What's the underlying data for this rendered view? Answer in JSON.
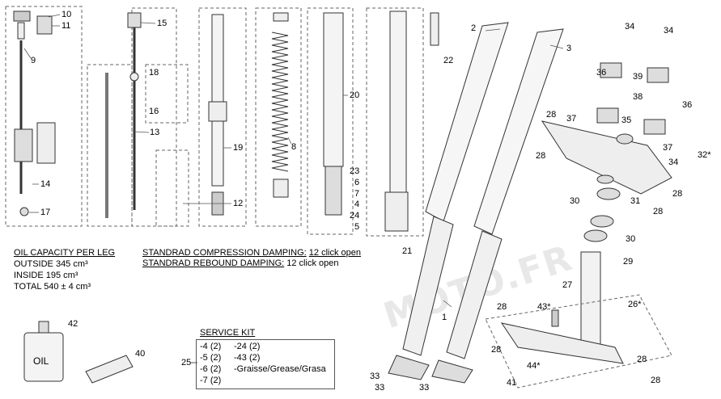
{
  "callouts": [
    "10",
    "11",
    "9",
    "15",
    "18",
    "16",
    "13",
    "14",
    "17",
    "19",
    "12",
    "8",
    "20",
    "23",
    "6",
    "7",
    "4",
    "24",
    "5",
    "21",
    "22",
    "2",
    "3",
    "34",
    "34",
    "36",
    "39",
    "38",
    "36",
    "28",
    "37",
    "35",
    "28",
    "37",
    "34",
    "32*",
    "28",
    "30",
    "31",
    "28",
    "30",
    "29",
    "27",
    "28",
    "43*",
    "26*",
    "28",
    "44*",
    "28",
    "28",
    "41",
    "1",
    "33",
    "33",
    "33",
    "42",
    "40",
    "25"
  ],
  "info": {
    "oil_title": "OIL CAPACITY PER LEG",
    "outside": "OUTSIDE 345 cm³",
    "inside": "INSIDE 195 cm³",
    "total": "TOTAL 540 ± 4 cm³",
    "compression_label": "STANDRAD COMPRESSION DAMPING:",
    "compression_value": "12 click open",
    "rebound_label": "STANDRAD REBOUND DAMPING:",
    "rebound_value": "12 click open"
  },
  "service_kit": {
    "title": "SERVICE KIT",
    "items": [
      "-4 (2)",
      "-24 (2)",
      "-5 (2)",
      "-43 (2)",
      "-6 (2)",
      "-Graisse/Grease/Grasa",
      "-7 (2)"
    ]
  },
  "oil_label": "OIL",
  "watermark": "MOTO.FR"
}
